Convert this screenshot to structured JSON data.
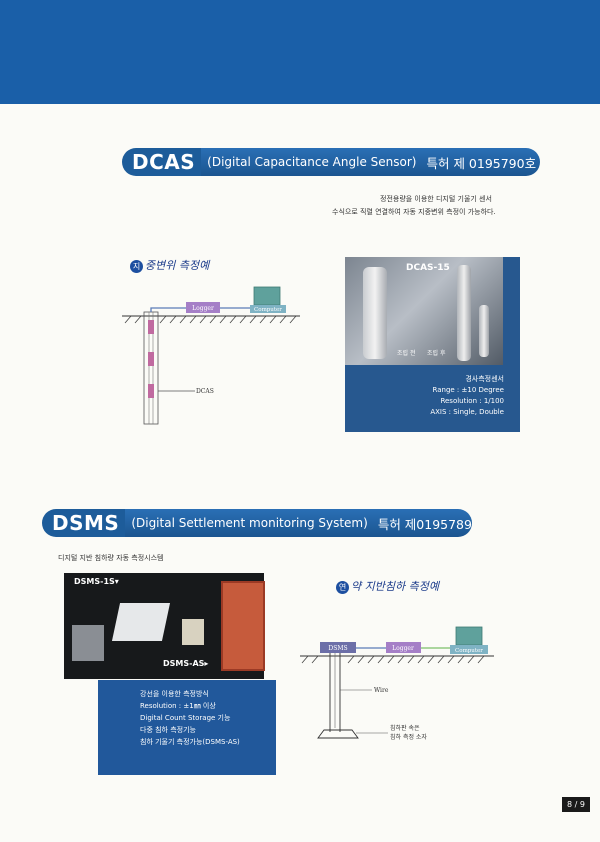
{
  "dcas": {
    "acronym": "DCAS",
    "subtitle": "(Digital Capacitance Angle Sensor)",
    "patent": "특허 제 0195790호",
    "desc_line1": "정전용량을 이용한 디지털 기울기 센서",
    "desc_line2": "수식으로 직렬 연결하여 자동 지중변위 측정이 가능하다.",
    "example_badge": "지",
    "example_title": "중변위 측정예",
    "diagram": {
      "logger": "Logger",
      "computer": "Computer",
      "sensor": "DCAS"
    },
    "photo": {
      "label": "DCAS-15",
      "caption_left": "조립 전",
      "caption_right": "조립 후",
      "spec_title": "경사측정센서",
      "spec_range": "Range : ±10 Degree",
      "spec_resolution": "Resolution : 1/100",
      "spec_axis": "AXIS : Single, Double"
    }
  },
  "dsms": {
    "acronym": "DSMS",
    "subtitle": "(Digital Settlement monitoring System)",
    "patent": "특허 제0195789호",
    "desc": "디지털 지반 침하량 자동 측정시스템",
    "photo_label_1": "DSMS-1S▾",
    "photo_label_2": "DSMS-AS▸",
    "features": [
      "강선을 이용한 측정방식",
      "Resolution : ±1㎜ 이상",
      "Digital Count Storage 기능",
      "다중 침하 측정기능",
      "침하 기울기 측정가능(DSMS-AS)"
    ],
    "example_badge": "연",
    "example_title": "약 지반침하 측정예",
    "diagram": {
      "dsms": "DSMS",
      "logger": "Logger",
      "computer": "Computer",
      "wire": "Wire",
      "plate_line1": "침하판 속은",
      "plate_line2": "침하 측정 소자"
    }
  },
  "page_number": "8 / 9"
}
